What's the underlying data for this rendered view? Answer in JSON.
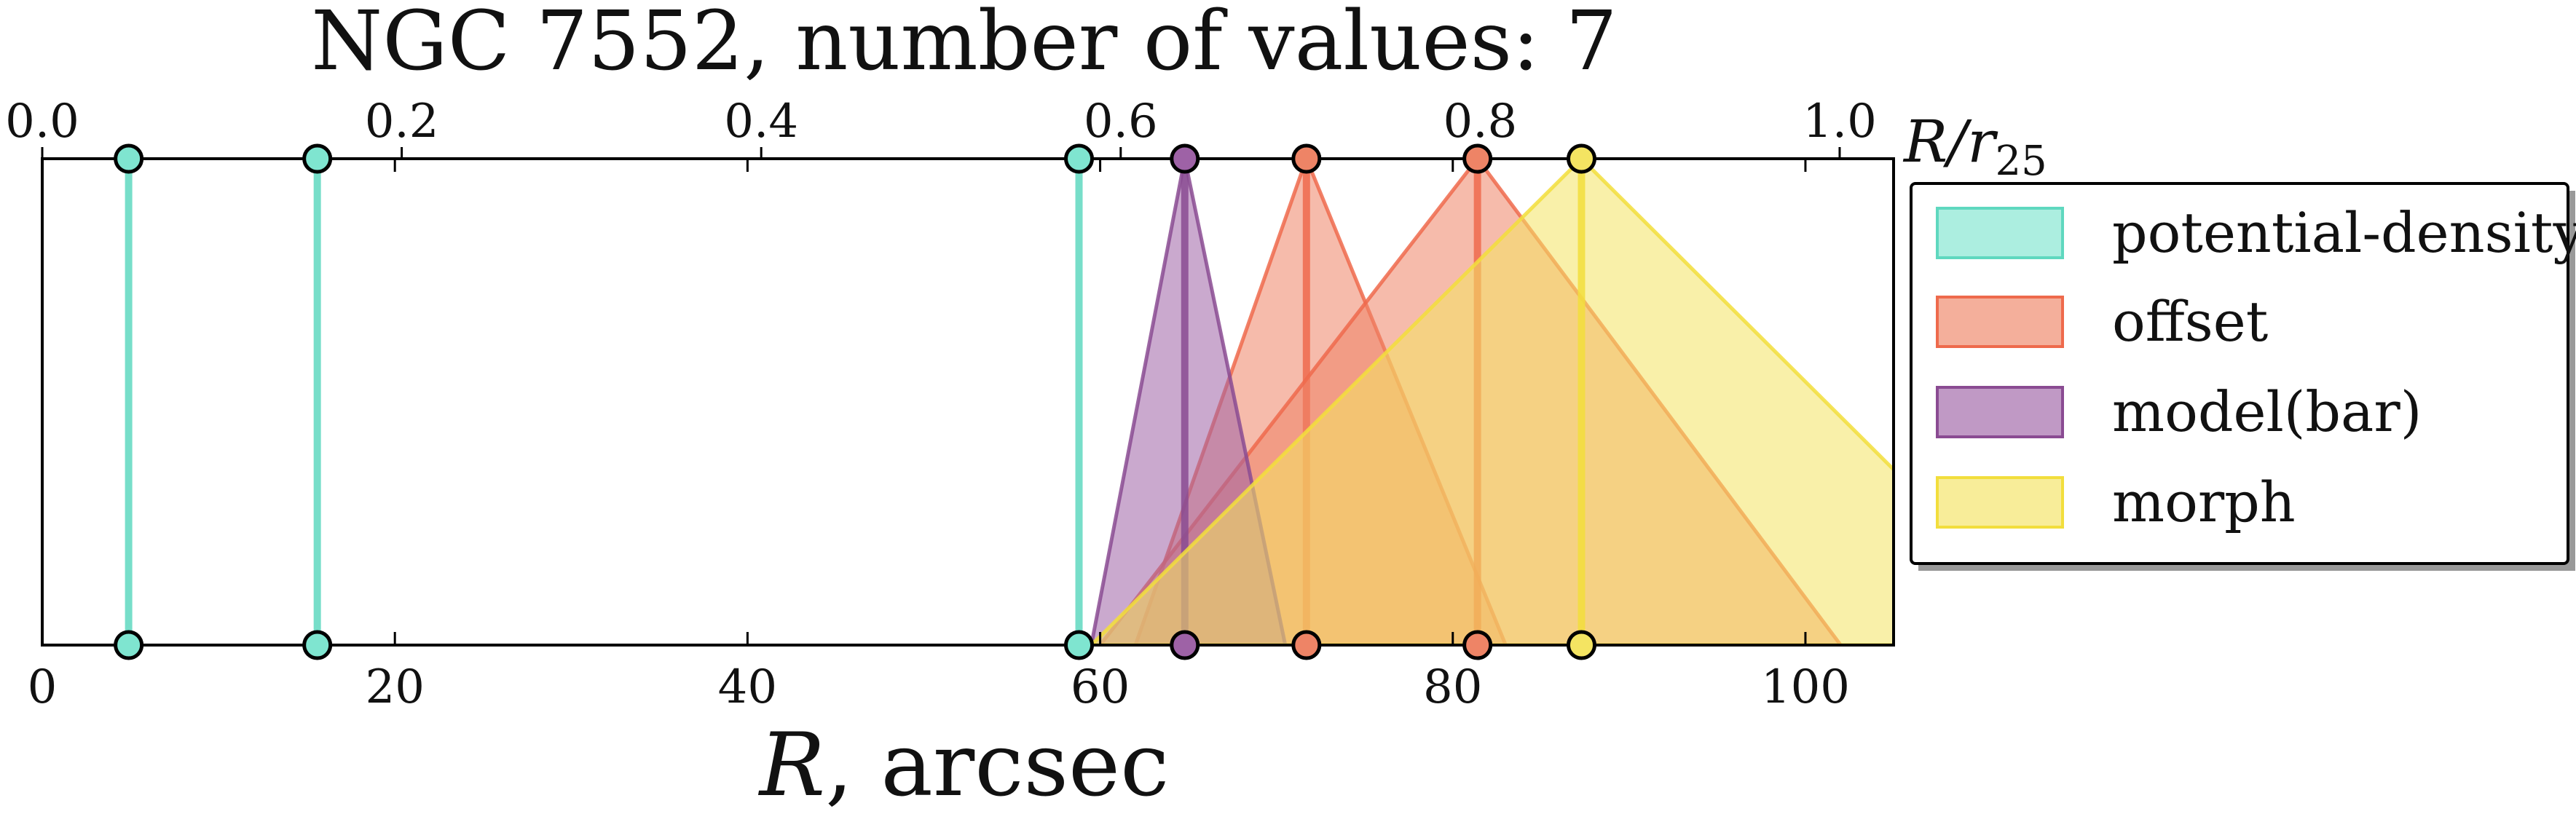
{
  "chart_data": {
    "type": "range-markers",
    "title": "NGC 7552, number of values: 7",
    "xlabel_main": "R",
    "xlabel_rest": ", arcsec",
    "x2label_main": "R/r",
    "x2label_sub": "25",
    "xlim": [
      0,
      105
    ],
    "x_ticks": [
      0,
      20,
      40,
      60,
      80,
      100
    ],
    "x_tick_labels": [
      "0",
      "20",
      "40",
      "60",
      "80",
      "100"
    ],
    "x2lim": [
      0.0,
      1.03
    ],
    "x2_ticks": [
      0.0,
      0.2,
      0.4,
      0.6,
      0.8,
      1.0
    ],
    "x2_tick_labels": [
      "0.0",
      "0.2",
      "0.4",
      "0.6",
      "0.8",
      "1.0"
    ],
    "grid": false,
    "legend_position": "outside-right",
    "series": [
      {
        "name": "potential-density",
        "color": "#7fe5d0",
        "edge": "#5fd8bf",
        "markers": [
          {
            "r": 4.9,
            "lo": 4.9,
            "hi": 4.9
          },
          {
            "r": 15.6,
            "lo": 15.6,
            "hi": 15.6
          },
          {
            "r": 58.8,
            "lo": 58.8,
            "hi": 58.8
          }
        ]
      },
      {
        "name": "offset",
        "color": "#ee8466",
        "edge": "#ee6a4c",
        "markers": [
          {
            "r": 71.7,
            "lo": 62.0,
            "hi": 83.0
          },
          {
            "r": 81.4,
            "lo": 60.0,
            "hi": 102.0
          }
        ]
      },
      {
        "name": "model(bar)",
        "color": "#9e62a6",
        "edge": "#8a4b92",
        "markers": [
          {
            "r": 64.8,
            "lo": 59.5,
            "hi": 70.5
          }
        ]
      },
      {
        "name": "morph",
        "color": "#f4e462",
        "edge": "#f2de3c",
        "markers": [
          {
            "r": 87.3,
            "lo": 59.5,
            "hi": 115.0
          }
        ]
      }
    ]
  }
}
